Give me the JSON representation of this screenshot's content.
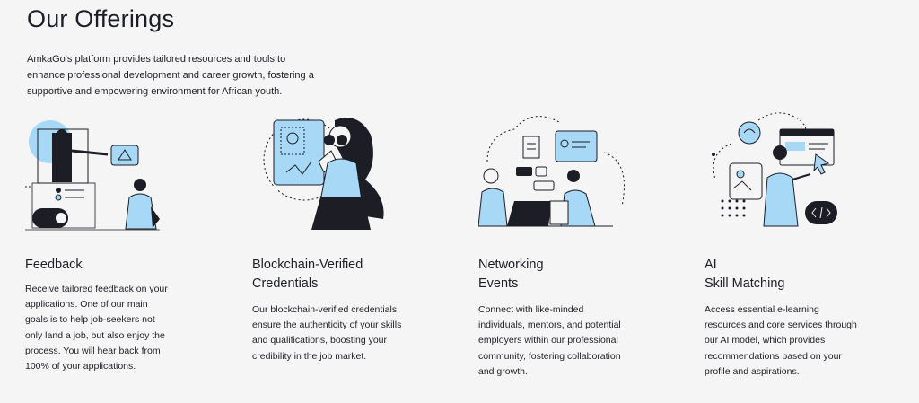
{
  "header": {
    "title": "Our Offerings",
    "intro": "AmkaGo's platform provides tailored resources and tools to enhance professional development and career growth, fostering a supportive and empowering environment for African youth."
  },
  "colors": {
    "accent": "#a7d8f5",
    "dark": "#1c1d25",
    "background": "#f5f5f6"
  },
  "cards": [
    {
      "title_line1": "Feedback",
      "title_line2": "",
      "body": "Receive tailored feedback on your applications. One of our main goals is to help job-seekers not only land a job, but also enjoy the process. You will hear back from 100% of your applications.",
      "illustration": "feedback-illustration"
    },
    {
      "title_line1": "Blockchain-Verified",
      "title_line2": "Credentials",
      "body": "Our blockchain-verified credentials ensure the authenticity of your skills and qualifications, boosting your credibility in the job market.",
      "illustration": "credentials-illustration"
    },
    {
      "title_line1": "Networking",
      "title_line2": "Events",
      "body": "Connect with like-minded individuals, mentors, and potential employers within our professional community, fostering collaboration and growth.",
      "illustration": "networking-illustration"
    },
    {
      "title_line1": "AI",
      "title_line2": "Skill Matching",
      "body": "Access essential e-learning resources and core services through our AI model, which provides recommendations based on your profile and aspirations.",
      "illustration": "ai-illustration"
    }
  ]
}
